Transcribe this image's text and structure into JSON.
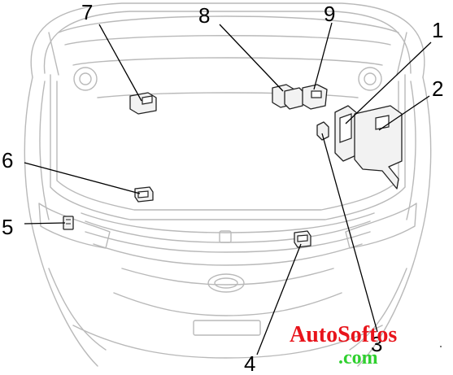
{
  "callouts": [
    {
      "id": "1",
      "label": "1"
    },
    {
      "id": "2",
      "label": "2"
    },
    {
      "id": "3",
      "label": "3"
    },
    {
      "id": "4",
      "label": "4"
    },
    {
      "id": "5",
      "label": "5"
    },
    {
      "id": "6",
      "label": "6"
    },
    {
      "id": "7",
      "label": "7"
    },
    {
      "id": "8",
      "label": "8"
    },
    {
      "id": "9",
      "label": "9"
    }
  ],
  "watermark": {
    "line1": "AutoSoftos",
    "line2": ".com",
    "colors": {
      "line1": "#e8141b",
      "line2": "#2fd02f"
    }
  },
  "colors": {
    "outline": "#b9b9b9",
    "component": "#222222",
    "leader": "#000000"
  }
}
